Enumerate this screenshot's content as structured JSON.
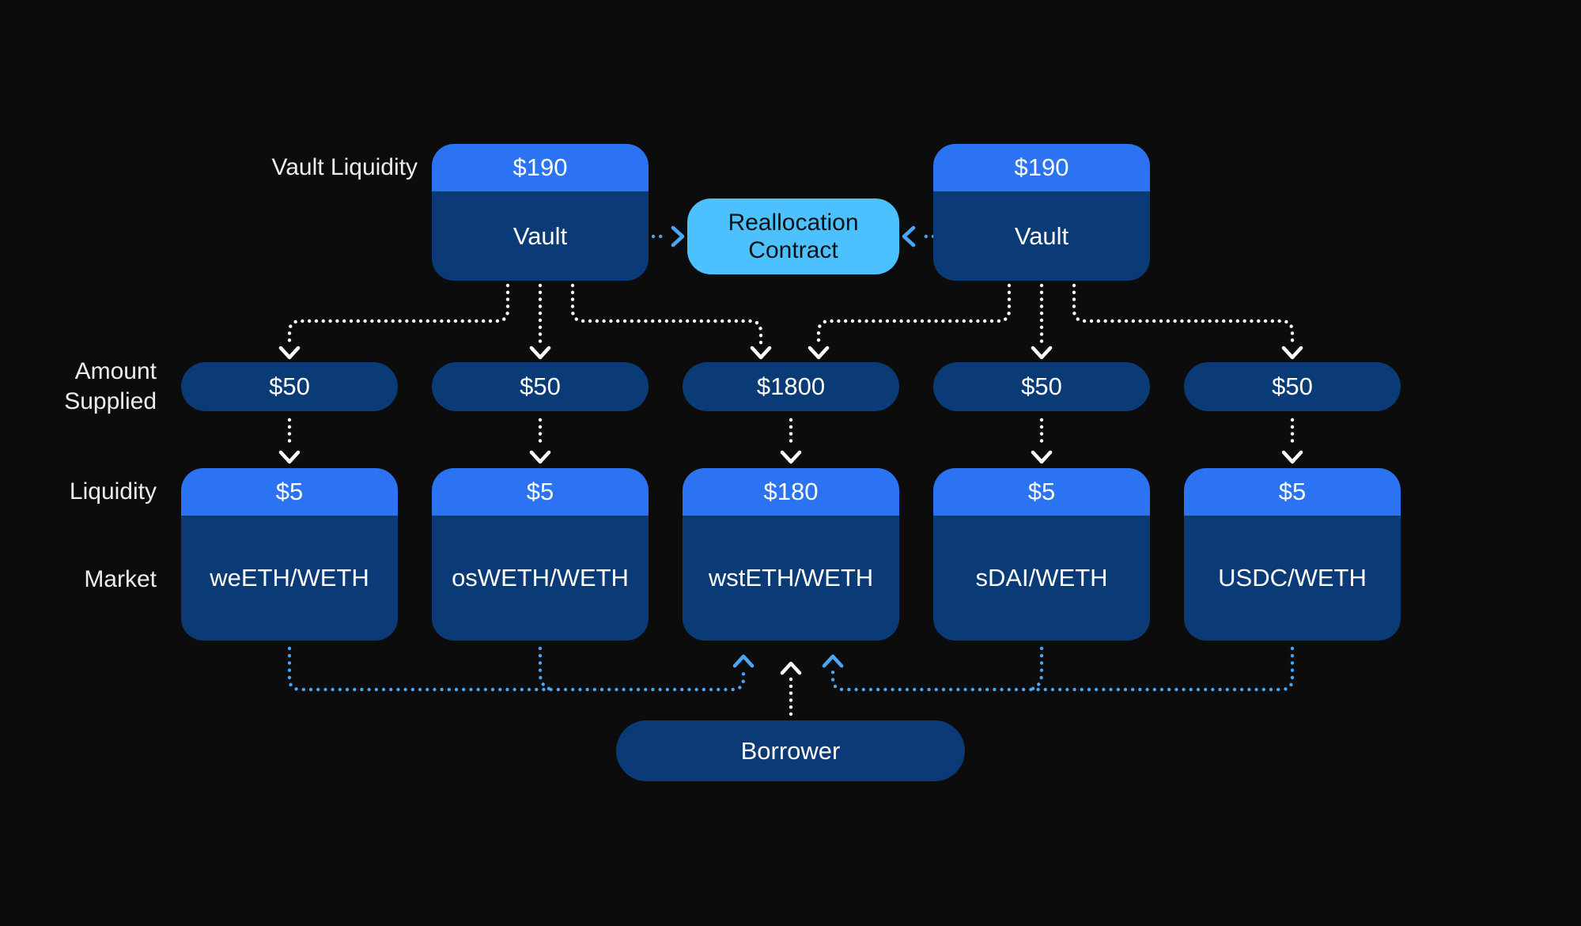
{
  "labels": {
    "vault_liquidity": "Vault Liquidity",
    "amount_supplied": "Amount Supplied",
    "liquidity": "Liquidity",
    "market": "Market"
  },
  "vaults": [
    {
      "liquidity": "$190",
      "name": "Vault"
    },
    {
      "liquidity": "$190",
      "name": "Vault"
    }
  ],
  "reallocation_contract": {
    "line1": "Reallocation",
    "line2": "Contract"
  },
  "columns": [
    {
      "amount_supplied": "$50",
      "liquidity": "$5",
      "market": "weETH/WETH"
    },
    {
      "amount_supplied": "$50",
      "liquidity": "$5",
      "market": "osWETH/WETH"
    },
    {
      "amount_supplied": "$1800",
      "liquidity": "$180",
      "market": "wstETH/WETH"
    },
    {
      "amount_supplied": "$50",
      "liquidity": "$5",
      "market": "sDAI/WETH"
    },
    {
      "amount_supplied": "$50",
      "liquidity": "$5",
      "market": "USDC/WETH"
    }
  ],
  "borrower": {
    "label": "Borrower"
  },
  "colors": {
    "background": "#0C0C0D",
    "accent-blue": "#2B73F2",
    "navy": "#0B3B76",
    "contract-blue": "#4DC1FF",
    "contract-text": "#0D1116",
    "dot-blue": "#4AA6F5",
    "dot-white": "#FFFFFF",
    "label-text": "#ECEDEF",
    "value-text": "#FFFFFF"
  }
}
